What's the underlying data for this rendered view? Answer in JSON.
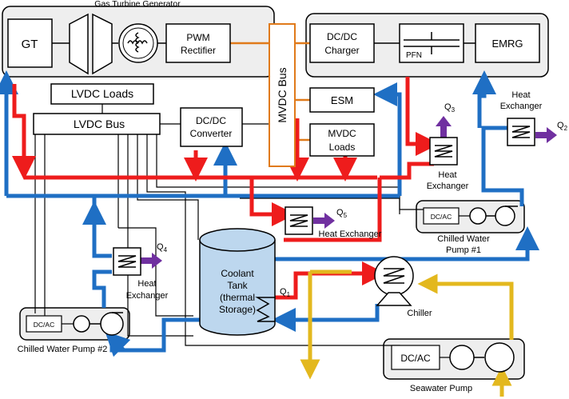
{
  "titles": {
    "gas_turbine_generator": "Gas Turbine Generator",
    "chilled_water_pump_1": [
      "Chilled Water",
      "Pump #1"
    ],
    "chilled_water_pump_2": "Chilled Water Pump #2",
    "seawater_pump": "Seawater Pump"
  },
  "blocks": {
    "gt": "GT",
    "pwm_rectifier": [
      "PWM",
      "Rectifier"
    ],
    "dcdc_charger": [
      "DC/DC",
      "Charger"
    ],
    "pfn": "PFN",
    "emrg": "EMRG",
    "mvdc_bus": "MVDC Bus",
    "esm": "ESM",
    "mvdc_loads": [
      "MVDC",
      "Loads"
    ],
    "lvdc_loads": "LVDC Loads",
    "lvdc_bus": "LVDC Bus",
    "dcdc_converter": [
      "DC/DC",
      "Converter"
    ],
    "dcac_1": "DC/AC",
    "dcac_2": "DC/AC",
    "dcac_sea": "DC/AC",
    "chiller": "Chiller",
    "coolant_tank": [
      "Coolant",
      "Tank",
      "(thermal",
      "Storage)"
    ]
  },
  "heat_exchangers": {
    "hx_top_right": [
      "Heat",
      "Exchanger"
    ],
    "hx_q3": [
      "Heat",
      "Exchanger"
    ],
    "hx_q5": "Heat Exchanger",
    "hx_q4": [
      "Heat",
      "Exchanger"
    ]
  },
  "heat_flows": {
    "q1": "Q",
    "q1_sub": "1",
    "q2": "Q",
    "q2_sub": "2",
    "q3": "Q",
    "q3_sub": "3",
    "q4": "Q",
    "q4_sub": "4",
    "q5": "Q",
    "q5_sub": "5"
  },
  "colors": {
    "hot_coolant": "#ee1c1c",
    "cold_coolant": "#1f6fc4",
    "seawater": "#e3b81e",
    "heat_out": "#7030a0",
    "electrical": "#e07a1a",
    "group_fill": "#eeeeee"
  }
}
